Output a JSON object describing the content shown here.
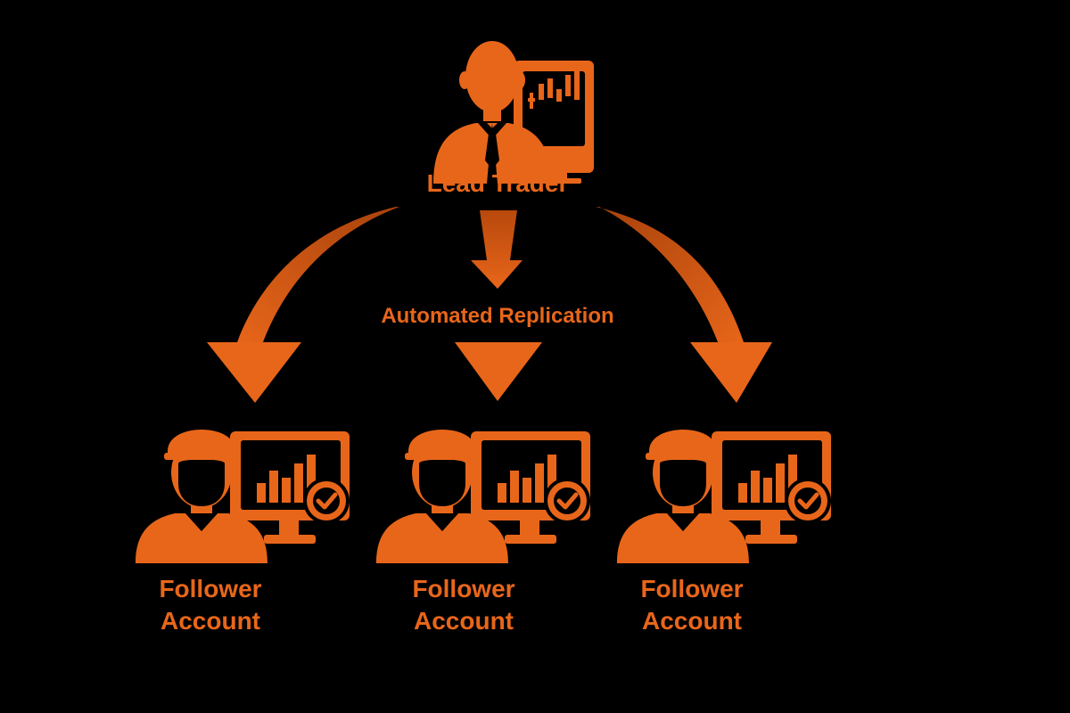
{
  "colors": {
    "background": "#000000",
    "accent": "#e8661a",
    "accent_dark": "#c9530f"
  },
  "lead": {
    "label": "Lead Trader",
    "icon": "businessman-with-chart-monitor-icon"
  },
  "replication_label": "Automated Replication",
  "followers": [
    {
      "line1": "Follower",
      "line2": "Account",
      "icon": "follower-with-verified-monitor-icon"
    },
    {
      "line1": "Follower",
      "line2": "Account",
      "icon": "follower-with-verified-monitor-icon"
    },
    {
      "line1": "Follower",
      "line2": "Account",
      "icon": "follower-with-verified-monitor-icon"
    }
  ]
}
